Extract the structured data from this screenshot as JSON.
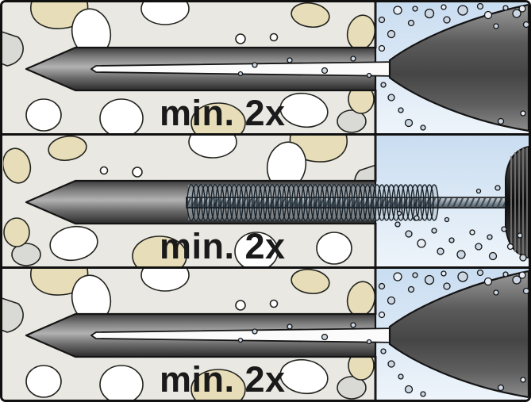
{
  "figure": {
    "name": "anchor-hole-cleaning-instruction",
    "panels": [
      {
        "step": 1,
        "tool": "blow-out-pump",
        "label": "min. 2x"
      },
      {
        "step": 2,
        "tool": "cleaning-brush",
        "label": "min. 2x"
      },
      {
        "step": 3,
        "tool": "blow-out-pump",
        "label": "min. 2x"
      }
    ]
  },
  "colors": {
    "outline": "#141414",
    "concrete": "#e9e8e3",
    "stone_tan": "#e7ddb8",
    "stone_white": "#ffffff",
    "stone_gray": "#d9d9d5",
    "air_blue": "#cfe0f1",
    "bubble": "#ccd7e4",
    "hole_dark": "#3a3a3a",
    "label_text": "#1a1a1a"
  }
}
